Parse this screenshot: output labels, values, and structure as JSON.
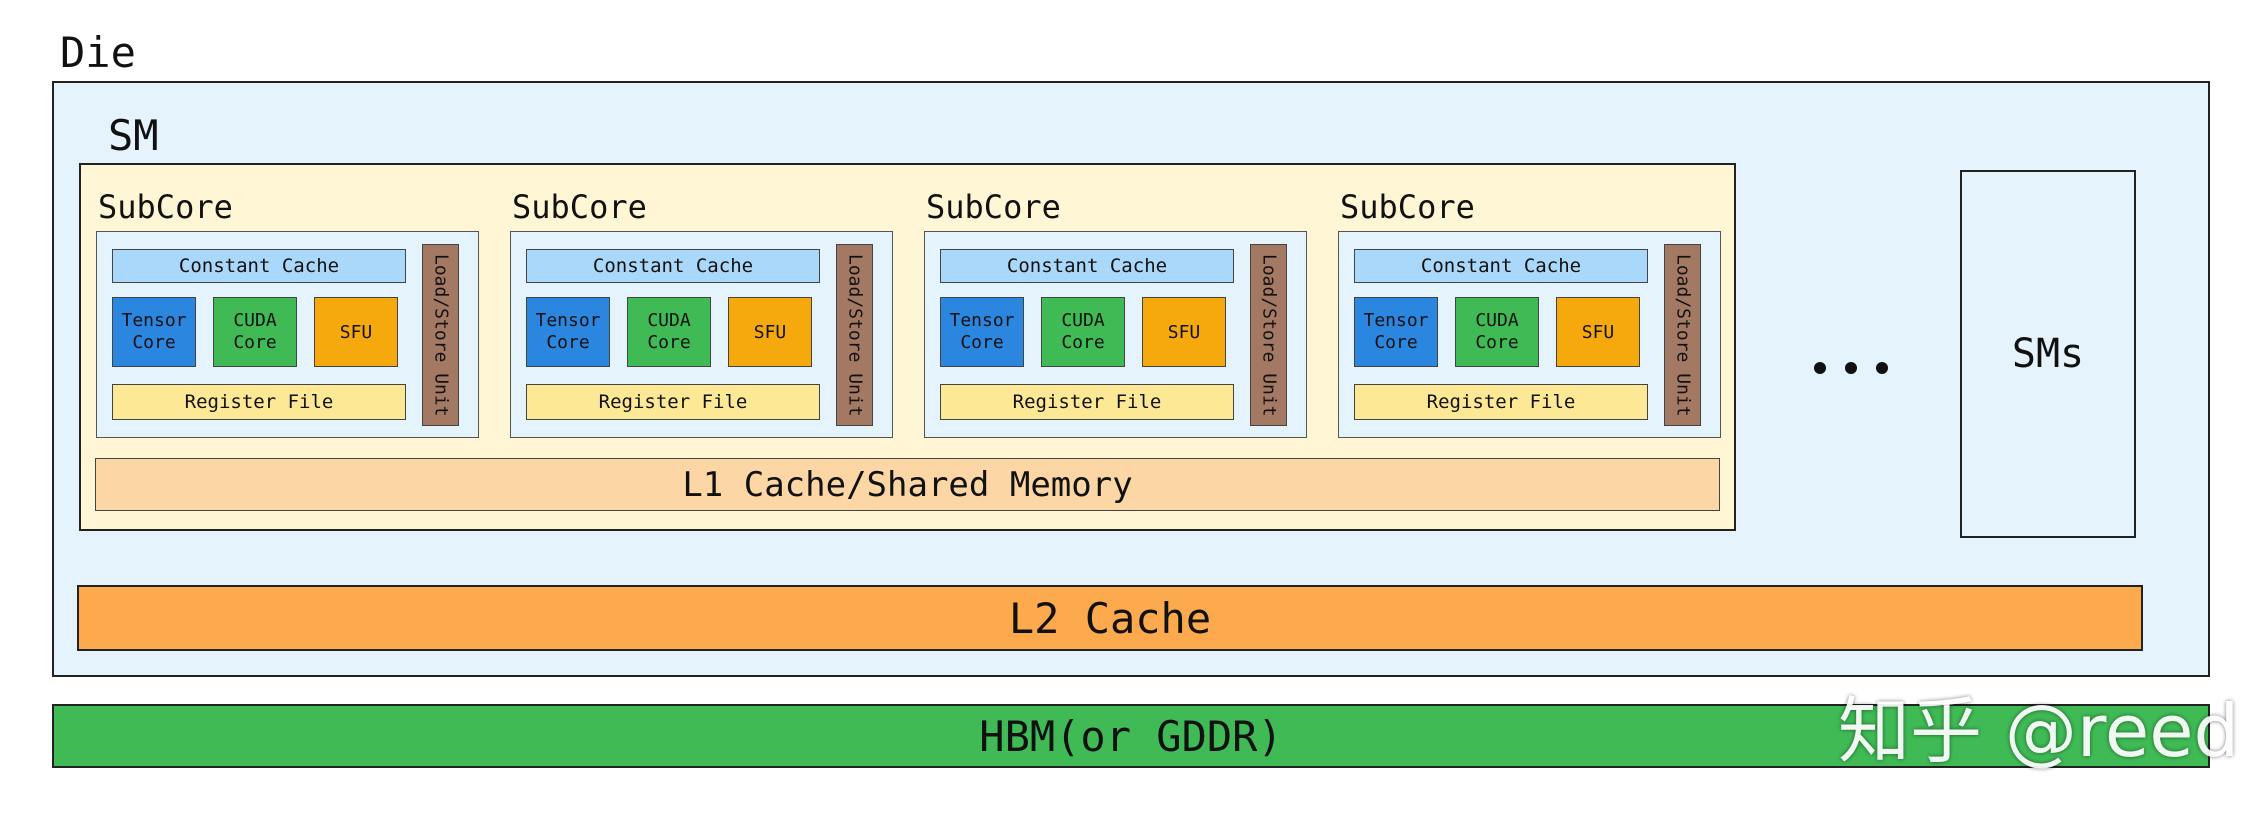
{
  "die": {
    "label": "Die"
  },
  "sm": {
    "label": "SM",
    "subcores": [
      {
        "title": "SubCore",
        "constant_cache": "Constant Cache",
        "tensor_core": "Tensor\nCore",
        "cuda_core": "CUDA\nCore",
        "sfu": "SFU",
        "register_file": "Register File",
        "load_store_unit": "Load/Store Unit"
      },
      {
        "title": "SubCore",
        "constant_cache": "Constant Cache",
        "tensor_core": "Tensor\nCore",
        "cuda_core": "CUDA\nCore",
        "sfu": "SFU",
        "register_file": "Register File",
        "load_store_unit": "Load/Store Unit"
      },
      {
        "title": "SubCore",
        "constant_cache": "Constant Cache",
        "tensor_core": "Tensor\nCore",
        "cuda_core": "CUDA\nCore",
        "sfu": "SFU",
        "register_file": "Register File",
        "load_store_unit": "Load/Store Unit"
      },
      {
        "title": "SubCore",
        "constant_cache": "Constant Cache",
        "tensor_core": "Tensor\nCore",
        "cuda_core": "CUDA\nCore",
        "sfu": "SFU",
        "register_file": "Register File",
        "load_store_unit": "Load/Store Unit"
      }
    ],
    "l1_cache": "L1 Cache/Shared Memory"
  },
  "ellipsis": "...",
  "sms": "SMs",
  "l2_cache": "L2 Cache",
  "hbm": "HBM(or GDDR)",
  "watermark": "知乎 @reed",
  "colors": {
    "die_bg": "#e5f3fc",
    "sm_bg": "#fff6d6",
    "constant_cache": "#a9d8fb",
    "tensor_core": "#2b86e0",
    "cuda_core": "#3fba55",
    "sfu": "#f6a90c",
    "register_file": "#fce895",
    "load_store_unit": "#a47964",
    "l1_cache": "#fcd6a4",
    "l2_cache": "#fda94d",
    "hbm": "#3fba55"
  }
}
